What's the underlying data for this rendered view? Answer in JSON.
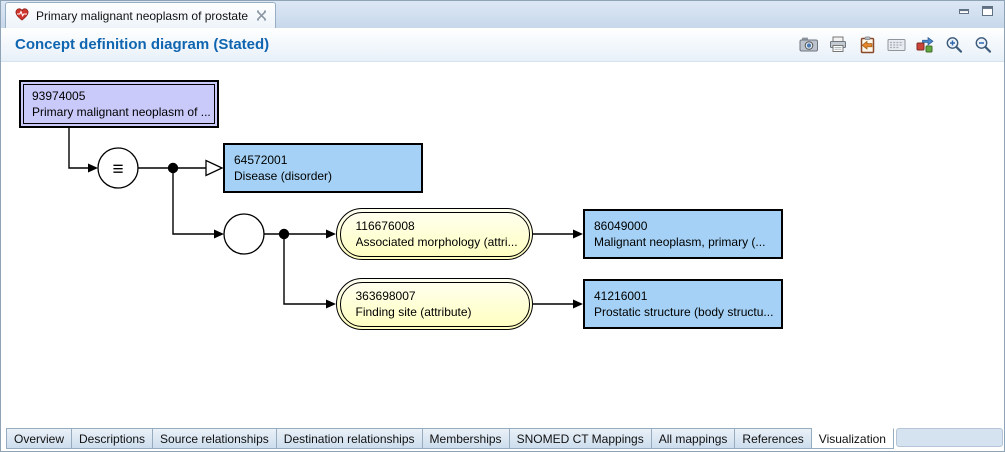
{
  "editor_tab": {
    "title": "Primary malignant neoplasm of prostate"
  },
  "window_controls": {
    "minimize": "minimize",
    "maximize": "maximize"
  },
  "header": {
    "title": "Concept definition diagram (Stated)"
  },
  "toolbar": {
    "icons": [
      "export-image",
      "print",
      "copy-to-clipboard",
      "show-properties",
      "export-diagram",
      "zoom-in",
      "zoom-out"
    ]
  },
  "diagram": {
    "equivalence_symbol": "≡",
    "concept": {
      "id": "93974005",
      "label": "Primary malignant neoplasm of ..."
    },
    "parent": {
      "id": "64572001",
      "label": "Disease (disorder)"
    },
    "relationships": [
      {
        "type": {
          "id": "116676008",
          "label": "Associated morphology (attri..."
        },
        "target": {
          "id": "86049000",
          "label": "Malignant neoplasm, primary (..."
        }
      },
      {
        "type": {
          "id": "363698007",
          "label": "Finding site (attribute)"
        },
        "target": {
          "id": "41216001",
          "label": "Prostatic structure (body structu..."
        }
      }
    ]
  },
  "footer_tabs": [
    {
      "label": "Overview"
    },
    {
      "label": "Descriptions"
    },
    {
      "label": "Source relationships"
    },
    {
      "label": "Destination relationships"
    },
    {
      "label": "Memberships"
    },
    {
      "label": "SNOMED CT Mappings"
    },
    {
      "label": "All mappings"
    },
    {
      "label": "References"
    },
    {
      "label": "Visualization",
      "active": true
    }
  ],
  "colors": {
    "title_blue": "#1065b1",
    "concept_fill": "#c9c9fa",
    "parent_fill": "#a4d1f5",
    "attribute_fill": "#ffffcc"
  }
}
